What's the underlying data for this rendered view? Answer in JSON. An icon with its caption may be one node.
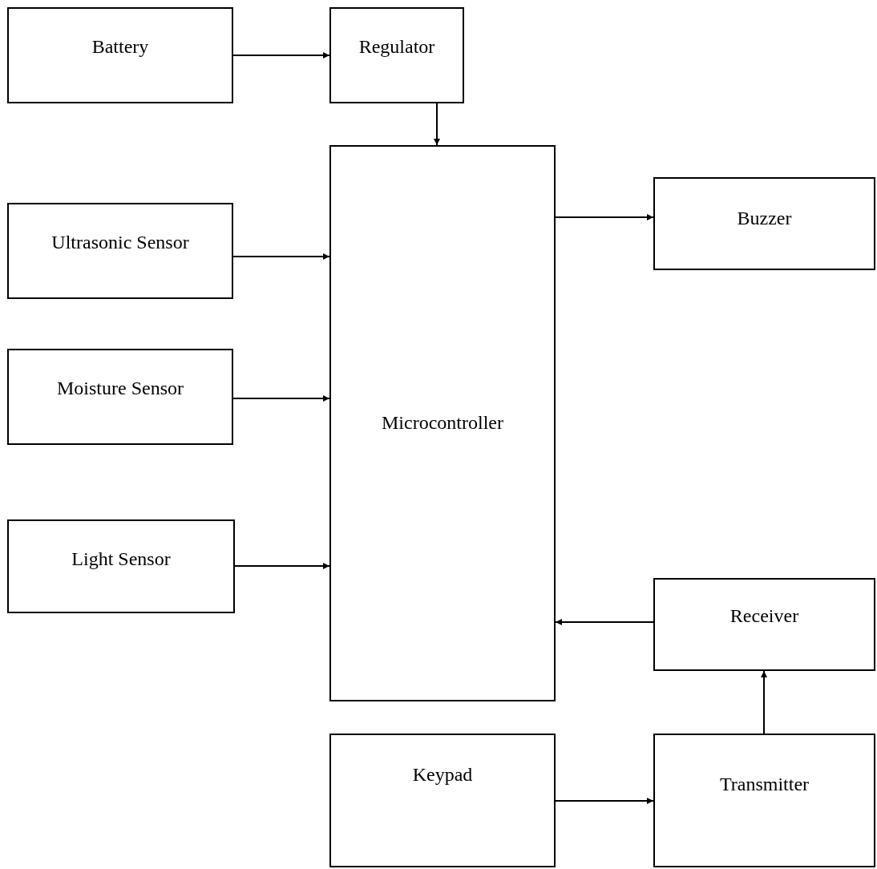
{
  "diagram": {
    "nodes": [
      {
        "text": [
          "Battery"
        ]
      },
      {
        "text": [
          "Regulator"
        ]
      },
      {
        "text": [
          "Ultrasonic Sensor"
        ]
      },
      {
        "text": [
          "Microcontroller"
        ]
      },
      {
        "text": [
          "Buzzer"
        ]
      },
      {
        "text": [
          "Moisture Sensor"
        ]
      },
      {
        "text": [
          "Light Sensor"
        ]
      },
      {
        "text": [
          "Receiver"
        ]
      },
      {
        "text": [
          "Keypad"
        ]
      },
      {
        "text": [
          "Transmitter"
        ]
      }
    ],
    "edges": [
      {
        "from": 0,
        "to": 1,
        "arrow": "to"
      },
      {
        "from": 1,
        "to": 3,
        "arrow": "to"
      },
      {
        "from": 2,
        "to": 3,
        "arrow": "to"
      },
      {
        "from": 3,
        "to": 4,
        "arrow": "to"
      },
      {
        "from": 5,
        "to": 3,
        "arrow": "to"
      },
      {
        "from": 6,
        "to": 3,
        "arrow": "to"
      },
      {
        "from": 7,
        "to": 3,
        "arrow": "to"
      },
      {
        "from": 9,
        "to": 7,
        "arrow": "to"
      },
      {
        "from": 8,
        "to": 9,
        "arrow": "to"
      }
    ]
  }
}
